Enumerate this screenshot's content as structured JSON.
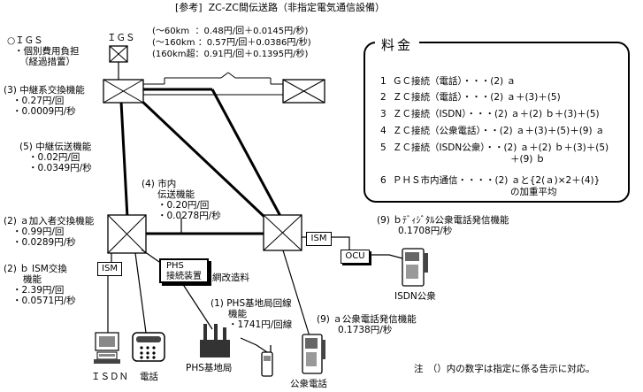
{
  "title": "[参考]  ZC-ZC間伝送路（非指定電気通信設備）",
  "igs_note": {
    "heading": "○ＩＧＳ",
    "line1": "・個別費用負担",
    "line2": "（経過措置）"
  },
  "igs_label": "ＩＧＳ",
  "distance_rates": [
    "(〜60km  ：0.48円/回＋0.0145円/秒)",
    "(〜160km ：0.57円/回＋0.0386円/秒)",
    "(160km超：0.91円/回＋0.1395円/秒)"
  ],
  "relay_switch": {
    "heading": "(3) 中継系交換機能",
    "l1": "・0.27円/回",
    "l2": "・0.0009円/秒"
  },
  "relay_transmission": {
    "heading": "(5) 中継伝送機能",
    "l1": "・0.02円/回",
    "l2": "・0.0349円/秒"
  },
  "city_transmission": {
    "h1": "(4) 市内",
    "h2": "伝送機能",
    "l1": "・0.20円/回",
    "l2": "・0.0278円/秒"
  },
  "subscriber_switch": {
    "heading": "(2) ａ加入者交換機能",
    "l1": "・0.99円/回",
    "l2": "・0.0289円/秒"
  },
  "isdn_switch": {
    "h1": "(2) ｂ ISM交換",
    "h2": "機能",
    "l1": "・2.39円/回",
    "l2": "・0.0571円/秒"
  },
  "phs_device": {
    "l1": "PHS",
    "l2": "接続装置",
    "after": "網改造料"
  },
  "phs_line": {
    "h1": "(1) PHS基地局回線",
    "h2": "機能",
    "l1": "・1741円/回線"
  },
  "digital_payphone": {
    "heading": "(9) ｂﾃﾞｨｼﾞﾀﾙ公衆電話発信機能",
    "value": "0.1708円/秒"
  },
  "payphone_origin": {
    "heading": "(9) ａ公衆電話発信機能",
    "value": "0.1738円/秒"
  },
  "ism_label": "ISM",
  "ocu_label": "OCU",
  "terminals": {
    "isdn": "ＩＳＤＮ",
    "phone": "電話",
    "phs_base": "PHS基地局",
    "payphone": "公衆電話",
    "isdn_payphone": "ISDN公衆"
  },
  "fees": {
    "title": "料金",
    "rows": [
      {
        "num": "1",
        "text": "ＧＣ接続（電話）・・・(2) ａ"
      },
      {
        "num": "2",
        "text": "ＺＣ接続（電話）・・・(2) ａ＋(3)＋(5)"
      },
      {
        "num": "3",
        "text": "ＺＣ接続（ISDN）・・・(2) ａ＋(2) ｂ＋(3)＋(5)"
      },
      {
        "num": "4",
        "text": "ＺＣ接続（公衆電話）・・(2) ａ＋(3)＋(5)＋(9) ａ"
      },
      {
        "num": "5",
        "text": "ＺＣ接続（ISDN公衆）・・(2) ａ＋(2) ｂ＋(3)＋(5)"
      },
      {
        "num": "",
        "text": "＋(9) ｂ"
      },
      {
        "num": "6",
        "text": "ＰＨＳ市内通信・・・・(2) ａと{2(ａ)×2＋(4)}"
      },
      {
        "num": "",
        "text": "の加重平均"
      }
    ]
  },
  "footnote": "注　（）内の数字は指定に係る告示に対応。"
}
